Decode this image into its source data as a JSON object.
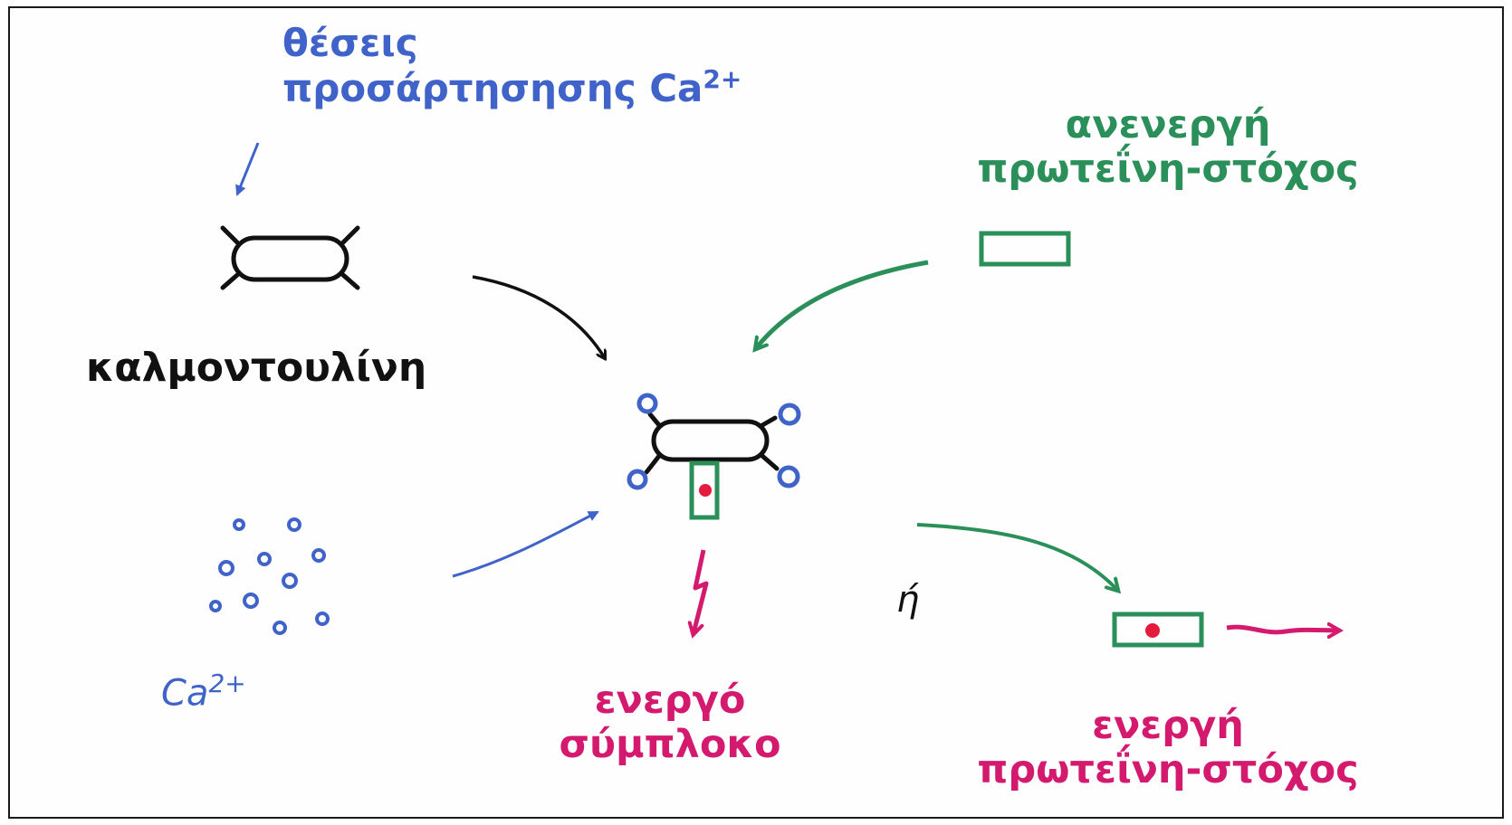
{
  "labels": {
    "binding_sites_line1": "θέσεις",
    "binding_sites_line2": "προσάρτησησης Ca",
    "binding_sites_sup": "2+",
    "calmodulin": "καλμοντουλίνη",
    "calcium_ion": "Ca",
    "calcium_sup": "2+",
    "inactive_target_line1": "ανενεργή",
    "inactive_target_line2": "πρωτεΐνη-στόχος",
    "active_complex_line1": "ενεργό",
    "active_complex_line2": "σύμπλοκο",
    "or_word": "ή",
    "active_target_line1": "ενεργή",
    "active_target_line2": "πρωτεΐνη-στόχος"
  },
  "colors": {
    "blue": "#3f63c9",
    "green": "#2a8f58",
    "magenta": "#d41a6e",
    "black": "#111111"
  }
}
